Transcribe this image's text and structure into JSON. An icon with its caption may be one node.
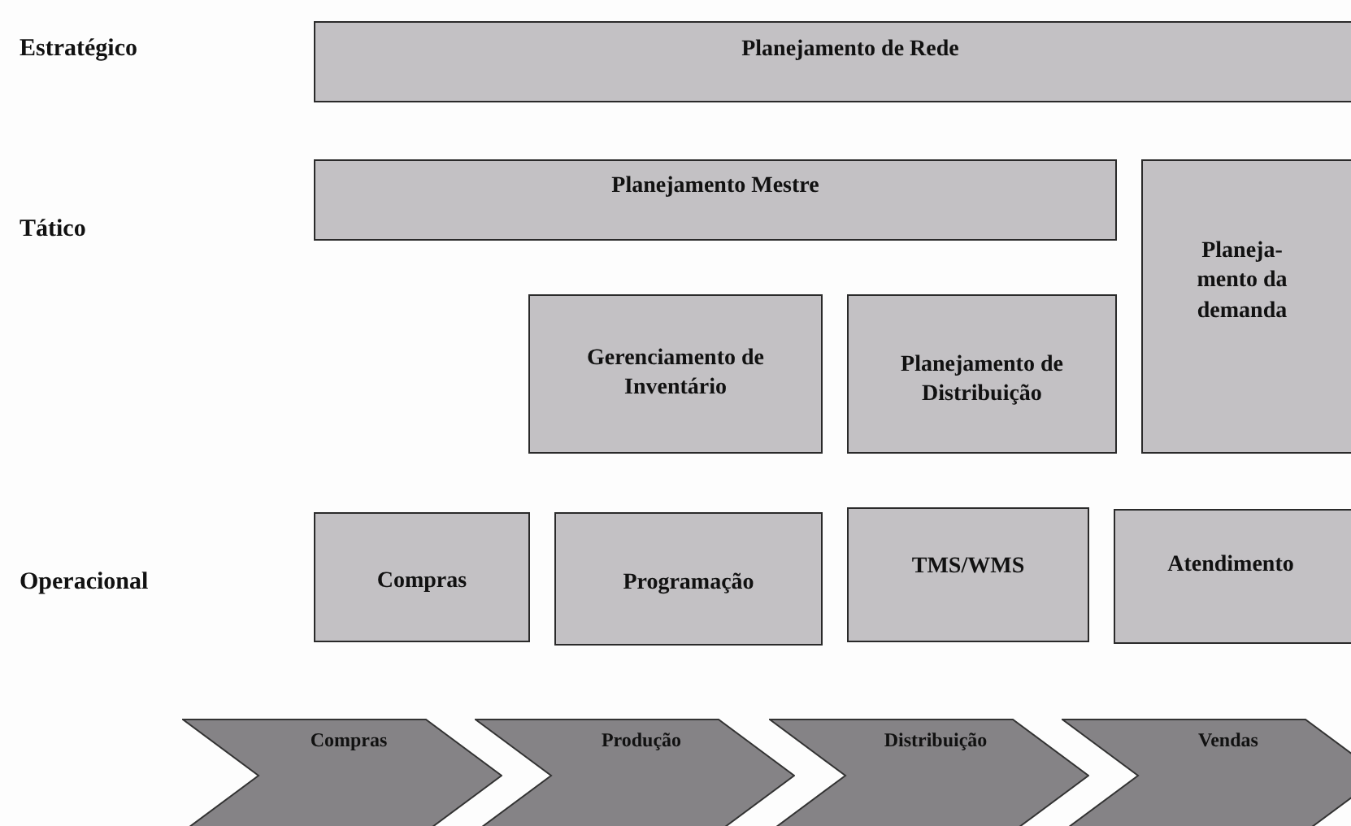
{
  "diagram": {
    "nodes": [
      {
        "text": [
          "Planejamento de Rede"
        ]
      },
      {
        "text": [
          "Planejamento Mestre"
        ]
      },
      {
        "text": [
          "Planeja- mento da demanda"
        ]
      },
      {
        "text": [
          "Gerenciamento de Inventário"
        ]
      },
      {
        "text": [
          "Planejamento de Distribuição"
        ]
      },
      {
        "text": [
          "Compras"
        ]
      },
      {
        "text": [
          "Programação"
        ]
      },
      {
        "text": [
          "TMS/WMS"
        ]
      },
      {
        "text": [
          "Atendimento"
        ]
      },
      {
        "text": [
          "Compras"
        ]
      },
      {
        "text": [
          "Produção"
        ]
      },
      {
        "text": [
          "Distribuição"
        ]
      },
      {
        "text": [
          "Vendas"
        ]
      }
    ],
    "labels": [
      "Estratégico",
      "Tático",
      "Operacional"
    ]
  }
}
